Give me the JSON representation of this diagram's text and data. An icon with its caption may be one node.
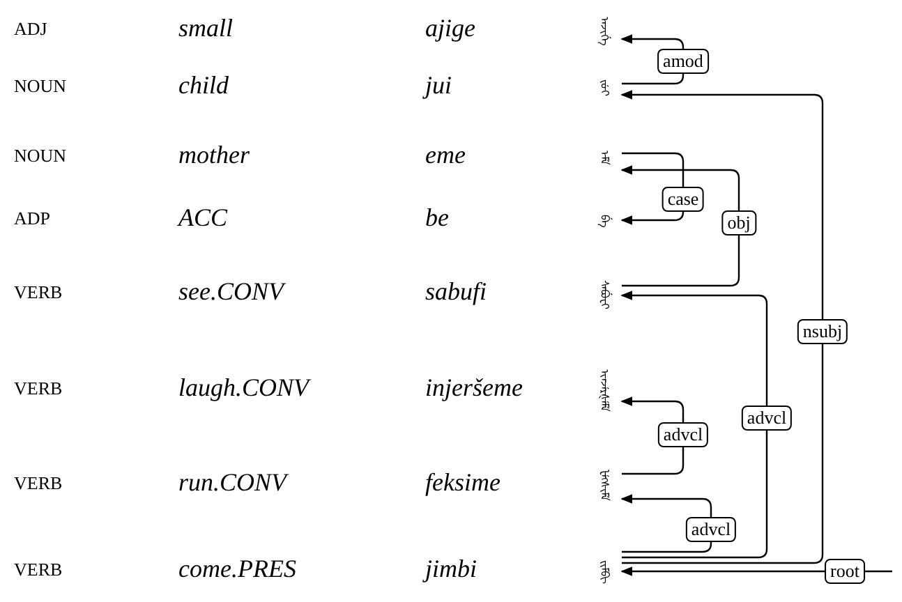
{
  "diagram": {
    "nodes": [
      {
        "text": [
          "ᠠᠵᡳᡤᡝ"
        ]
      },
      {
        "text": [
          "ᠵᡠᡳ"
        ]
      },
      {
        "text": [
          "ᡝᠮᡝ"
        ]
      },
      {
        "text": [
          "ᠪᡝ"
        ]
      },
      {
        "text": [
          "ᠰᠠᠪᡠᡶᡳ"
        ]
      },
      {
        "text": [
          "ᡳᠨᠵᡝᡵᡧᡝᠮᡝ"
        ]
      },
      {
        "text": [
          "ᡶᡝᡴᠰᡳᠮᡝ"
        ]
      },
      {
        "text": [
          "ᠵᡳᠮᠪᡳ"
        ]
      }
    ],
    "edges": [
      {
        "from": 1,
        "to": 0,
        "arrow": "to",
        "label": "amod"
      },
      {
        "from": 7,
        "to": 1,
        "arrow": "to",
        "label": "nsubj"
      },
      {
        "from": 2,
        "to": 3,
        "arrow": "to",
        "label": "case"
      },
      {
        "from": 4,
        "to": 2,
        "arrow": "to",
        "label": "obj"
      },
      {
        "from": 7,
        "to": 4,
        "arrow": "to",
        "label": "advcl"
      },
      {
        "from": 6,
        "to": 5,
        "arrow": "to",
        "label": "advcl"
      },
      {
        "from": 7,
        "to": 6,
        "arrow": "to",
        "label": "advcl"
      },
      {
        "from": null,
        "to": 7,
        "arrow": "to",
        "label": "root"
      }
    ],
    "labels": [
      "ADJ",
      "small",
      "ajige",
      "NOUN",
      "child",
      "jui",
      "NOUN",
      "mother",
      "eme",
      "ADP",
      "ACC",
      "be",
      "VERB",
      "see.CONV",
      "sabufi",
      "VERB",
      "laugh.CONV",
      "injeršeme",
      "VERB",
      "run.CONV",
      "feksime",
      "VERB",
      "come.PRES",
      "jimbi"
    ]
  }
}
